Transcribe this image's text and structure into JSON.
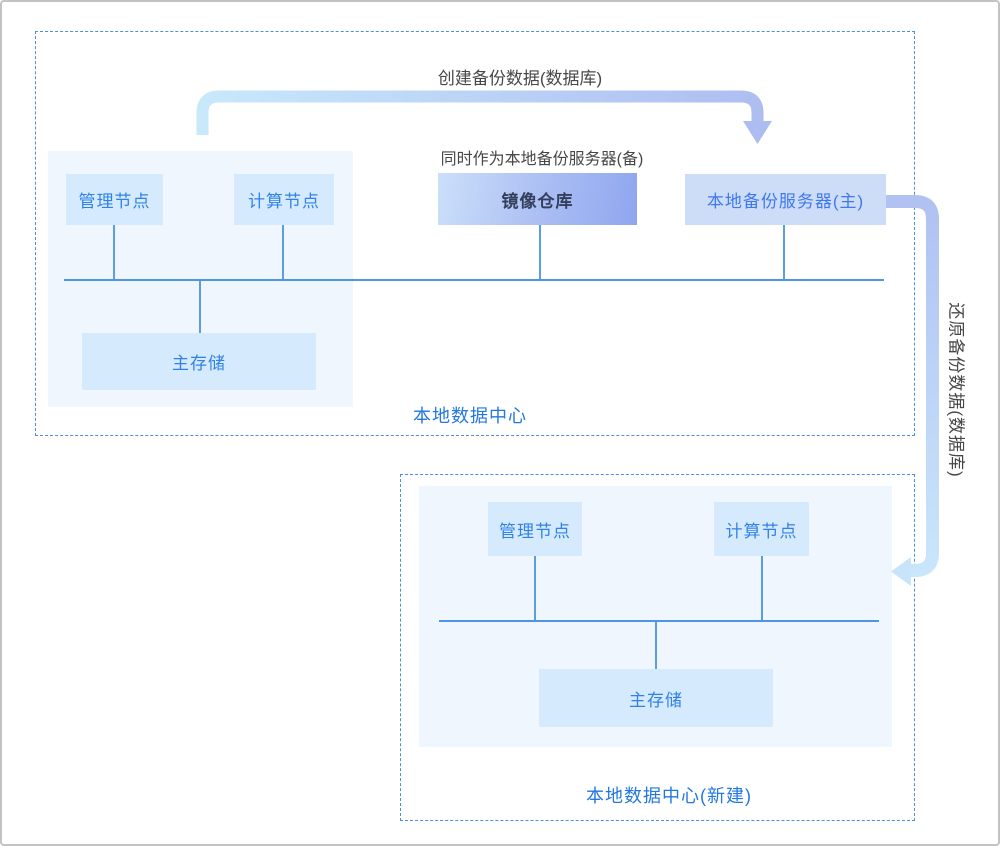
{
  "flow": {
    "create_backup_label": "创建备份数据(数据库)",
    "restore_backup_label": "还原备份数据(数据库)",
    "dual_role_note": "同时作为本地备份服务器(备)"
  },
  "datacenter_local": {
    "title": "本地数据中心",
    "management_node": "管理节点",
    "compute_node": "计算节点",
    "mirror_repo": "镜像仓库",
    "local_backup_server_primary": "本地备份服务器(主)",
    "primary_storage": "主存储"
  },
  "datacenter_new": {
    "title": "本地数据中心(新建)",
    "management_node": "管理节点",
    "compute_node": "计算节点",
    "primary_storage": "主存储"
  },
  "colors": {
    "dashed_border": "#4a90e2",
    "panel_bg": "#f0f6fd",
    "node_bg": "#d5eafc",
    "node_text": "#3182e8",
    "mirror_gradient_start": "#ccdffa",
    "mirror_gradient_end": "#8fa6ef",
    "backup_server_bg": "#cdddf8",
    "backup_server_text": "#4078ef",
    "bus_line": "#4f96e2",
    "create_arrow_start": "#c8e8fb",
    "create_arrow_end": "#aebdf1",
    "restore_arrow_start": "#b1c1f2",
    "restore_arrow_end": "#c9e7fb",
    "annotation_text": "#474747",
    "dc_label_text": "#2277e0"
  }
}
